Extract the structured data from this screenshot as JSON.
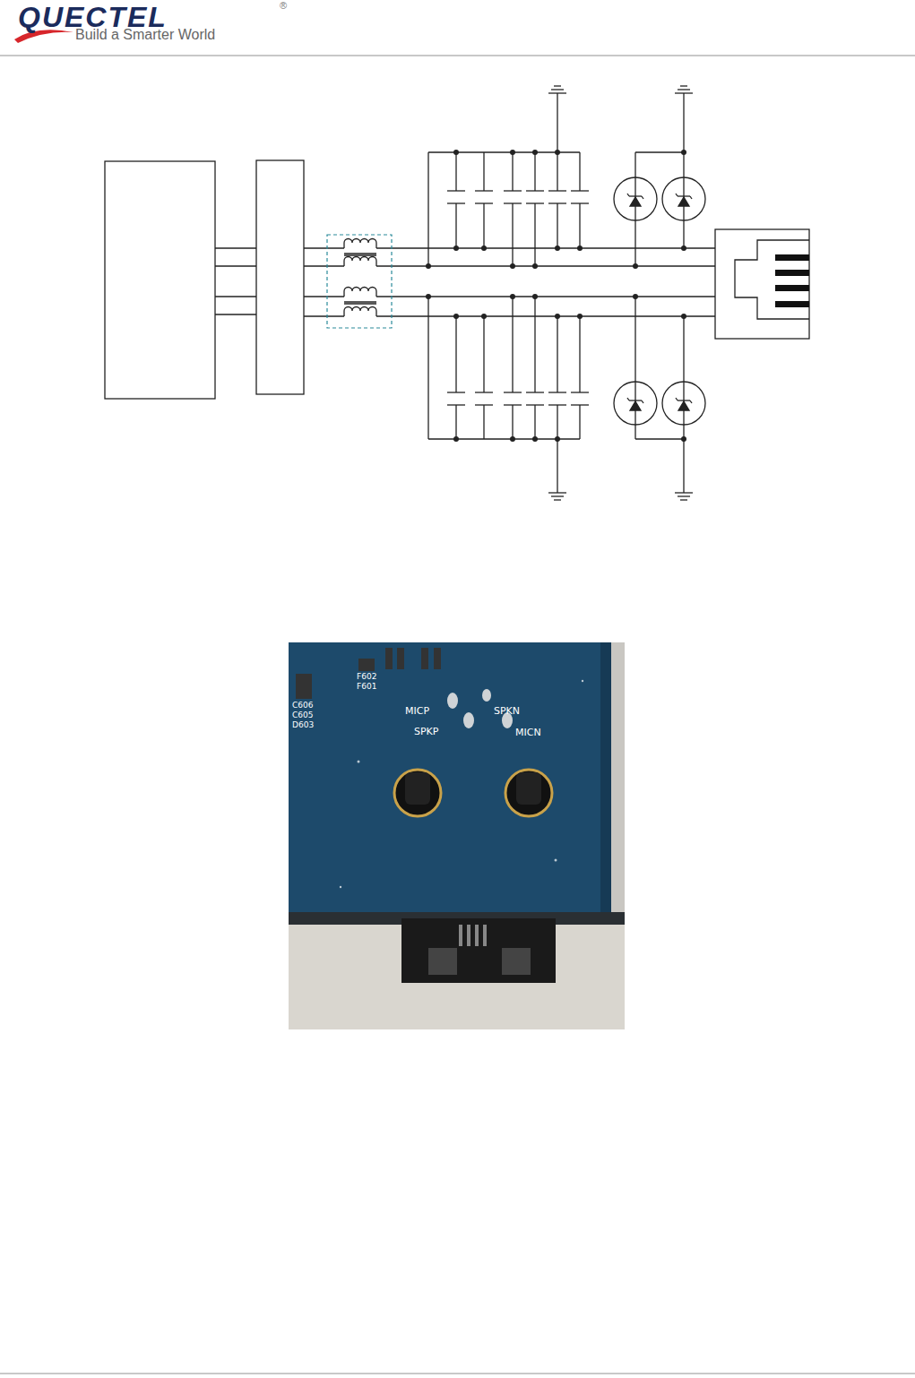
{
  "diagram": {
    "labels": [
      "QUECTEL",
      "®",
      "Build a Smarter World",
      "C606",
      "C605",
      "D603",
      "F602",
      "F601",
      "MICP",
      "SPKN",
      "SPKP",
      "MICN"
    ]
  }
}
